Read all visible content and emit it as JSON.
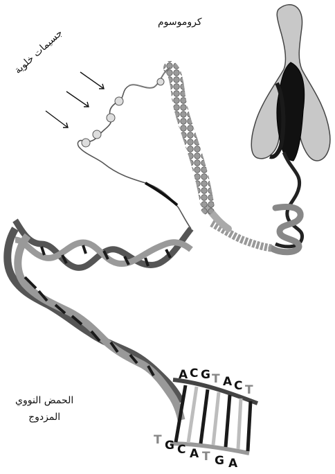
{
  "labels": {
    "chromosome": "كروموسوم",
    "nucleosomes": "جسيمات خلوية",
    "dna_line1": "الحمض النووي",
    "dna_line2": "المزدوج"
  },
  "bases": {
    "top": [
      "A",
      "C",
      "G",
      "T",
      "A",
      "C",
      "T"
    ],
    "bottom": [
      "T",
      "G",
      "C",
      "A",
      "T",
      "G",
      "A"
    ]
  },
  "colors": {
    "chromosome_body": "#c8c8c8",
    "chromatin_dark": "#111111",
    "strand": "#666666",
    "rung_dark": "#1a1a1a",
    "rung_light": "#bdbdbd"
  }
}
